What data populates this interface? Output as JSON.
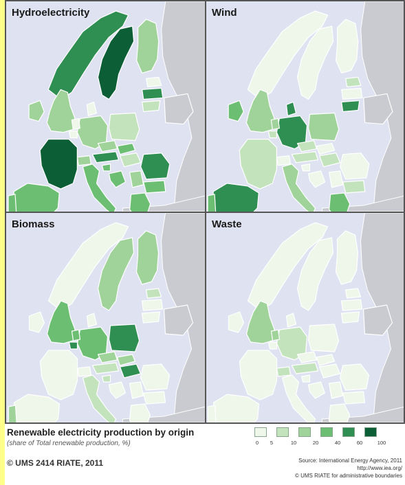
{
  "panels": [
    {
      "id": "hydro",
      "title": "Hydroelectricity",
      "countries": {
        "NO": 4,
        "SE": 5,
        "FI": 2,
        "EE": 0,
        "LV": 4,
        "LT": 1,
        "IE": 2,
        "GB": 2,
        "DK": 0,
        "DE": 2,
        "NL": 0,
        "BE": 0,
        "PL": 1,
        "CZ": 2,
        "SK": 3,
        "AT": 4,
        "HU": 1,
        "FR": 5,
        "ES": 3,
        "PT": 3,
        "IT": 3,
        "CH": 2,
        "SI": 3,
        "RO": 4,
        "BG": 3,
        "GR": 3,
        "HR": 3,
        "RS": 2,
        "BY": 0
      }
    },
    {
      "id": "wind",
      "title": "Wind",
      "countries": {
        "NO": 0,
        "SE": 0,
        "FI": 0,
        "EE": 1,
        "LV": 0,
        "LT": 4,
        "IE": 3,
        "GB": 2,
        "DK": 4,
        "DE": 4,
        "NL": 2,
        "BE": 1,
        "PL": 2,
        "CZ": 1,
        "SK": 0,
        "AT": 1,
        "HU": 1,
        "FR": 1,
        "ES": 4,
        "PT": 3,
        "IT": 2,
        "CH": 0,
        "SI": 0,
        "RO": 0,
        "BG": 1,
        "GR": 3,
        "HR": 0,
        "RS": 0,
        "BY": 0
      }
    },
    {
      "id": "biomass",
      "title": "Biomass",
      "countries": {
        "NO": 0,
        "SE": 2,
        "FI": 2,
        "EE": 1,
        "LV": 0,
        "LT": 0,
        "IE": 0,
        "GB": 3,
        "DK": 0,
        "DE": 3,
        "NL": 3,
        "BE": 4,
        "PL": 4,
        "CZ": 2,
        "SK": 2,
        "AT": 1,
        "HU": 4,
        "FR": 0,
        "ES": 0,
        "PT": 2,
        "IT": 1,
        "CH": 0,
        "SI": 1,
        "RO": 0,
        "BG": 0,
        "GR": 0,
        "HR": 0,
        "RS": 0,
        "BY": 0
      }
    },
    {
      "id": "waste",
      "title": "Waste",
      "countries": {
        "NO": 0,
        "SE": 0,
        "FI": 0,
        "EE": 0,
        "LV": 0,
        "LT": 0,
        "IE": 0,
        "GB": 2,
        "DK": 0,
        "DE": 1,
        "NL": 2,
        "BE": 0,
        "PL": 0,
        "CZ": 0,
        "SK": 0,
        "AT": 1,
        "HU": 0,
        "FR": 0,
        "ES": 0,
        "PT": 0,
        "IT": 0,
        "CH": 1,
        "SI": 0,
        "RO": 0,
        "BG": 0,
        "GR": 0,
        "HR": 0,
        "RS": 0,
        "BY": 0
      }
    }
  ],
  "colors": {
    "sea": "#dfe3f1",
    "non_eu_land": "#c9cbd0",
    "borders": "#ffffff",
    "classes": [
      "#eef7ea",
      "#c3e3bd",
      "#9fd39a",
      "#6cbf72",
      "#2f8f52",
      "#0c5e36"
    ]
  },
  "legend": {
    "title": "Renewable electricity production by origin",
    "subtitle": "(share of Total renewable production, %)",
    "ticks": [
      "0",
      "5",
      "10",
      "20",
      "40",
      "60",
      "100"
    ]
  },
  "footer": {
    "copyright": "© UMS 2414 RIATE, 2011",
    "source_lines": [
      "Source: International Energy Agency, 2011",
      "http://www.iea.org/",
      "© UMS RIATE for administrative boundaries"
    ]
  }
}
